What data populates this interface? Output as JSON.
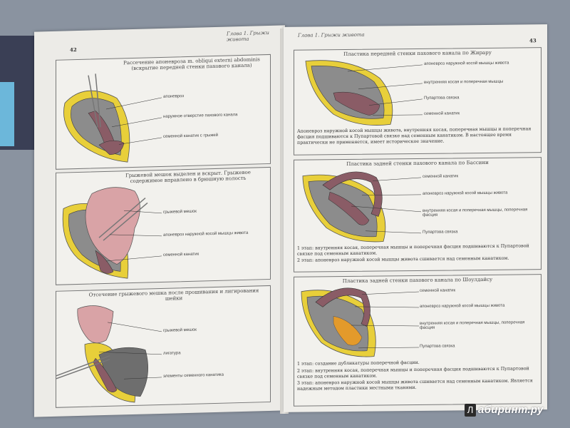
{
  "left_page": {
    "header": "Глава 1. Грыжи живота",
    "page_number": "42",
    "fig1": {
      "title": "Рассечение апоневроза m. obliqui externi abdominis (вскрытие передней стенки пахового канала)",
      "labels": [
        "апоневроз",
        "наружное отверстие пахового канала",
        "семенной канатик с грыжей"
      ]
    },
    "fig2": {
      "title": "Грыжевой мешок выделен и вскрыт. Грыжевое содержимое вправлено в брюшную полость",
      "labels": [
        "грыжевой мешок",
        "апоневроз наружной косой мышцы живота",
        "семенной канатик"
      ]
    },
    "fig3": {
      "title": "Отсечение грыжевого мешка после прошивания и лигирования шейки",
      "labels": [
        "грыжевой мешок",
        "лигатура",
        "элементы семенного канатика"
      ]
    }
  },
  "right_page": {
    "header": "Глава 1. Грыжи живота",
    "page_number": "43",
    "fig1": {
      "title": "Пластика передней стенки пахового канала по Жирару",
      "labels": [
        "апоневроз наружной косой мышцы живота",
        "внутренняя косая и поперечная мышцы",
        "Пупартова связка",
        "семенной канатик"
      ],
      "caption": "Апоневроз наружной косой мышцы живота, внутренняя косая, поперечная мышцы и поперечная фасция подшиваются к Пупартовой связке над семенным канатиком. В настоящее время практически не применяется, имеет историческое значение."
    },
    "fig2": {
      "title": "Пластика задней стенки пахового канала по Бассини",
      "labels": [
        "семенной канатик",
        "апоневроз наружной косой мышцы живота",
        "внутренняя косая и поперечная мышцы, поперечная фасция",
        "Пупартова связка"
      ],
      "caption1": "1 этап: внутренняя косая, поперечная мышцы и поперечная фасция подшиваются к Пупартовой связке под семенным канатиком.",
      "caption2": "2 этап: апоневроз наружной косой мышцы живота сшивается над семенным канатиком."
    },
    "fig3": {
      "title": "Пластика задней стенки пахового канала по Шоулдайсу",
      "labels": [
        "семенной канатик",
        "апоневроз наружной косой мышцы живота",
        "внутренняя косая и поперечная мышцы, поперечная фасция",
        "Пупартова связка"
      ],
      "caption1": "1 этап: создание дубликатуры поперечной фасции.",
      "caption2": "2 этап: внутренняя косая, поперечная мышцы и поперечная фасция подшиваются к Пупартовой связке под семенным канатиком.",
      "caption3": "3 этап: апоневроз наружной косой мышцы живота сшивается над семенным канатиком. Является надежным методом пластики местными тканями."
    }
  },
  "watermark": {
    "badge": "Л",
    "text": "абиринт.ру"
  },
  "colors": {
    "fat": "#e8cf3a",
    "muscle": "#8c8c8c",
    "sac": "#d9a3a6",
    "cord": "#8a5c66",
    "fascia": "#e39a2b"
  }
}
